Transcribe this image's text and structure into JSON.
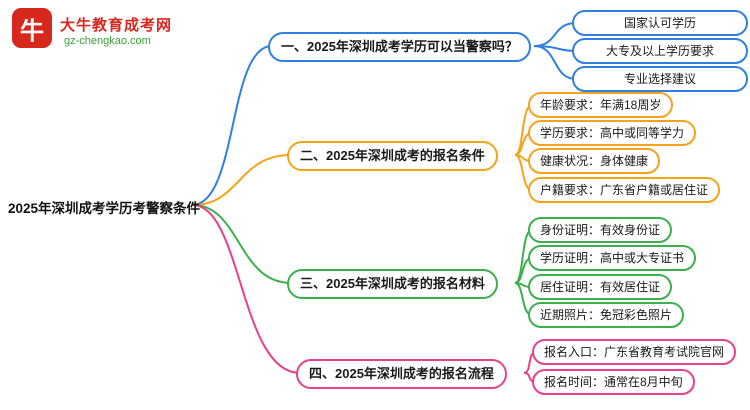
{
  "logo": {
    "icon_char": "牛",
    "title": "大牛教育成考网",
    "subtitle": "gz-chengkao.com"
  },
  "central": {
    "label": "2025年深圳成考学历考警察条件"
  },
  "colors": {
    "branch1_blue": "#2e7fe0",
    "branch2_orange": "#f5a31c",
    "branch3_green": "#3cb04d",
    "branch4_pink": "#e8418c",
    "logo_red": "#d7281e",
    "logo_green": "#3aa035"
  },
  "branches": [
    {
      "label": "一、2025年深圳成考学历可以当警察吗？",
      "children": [
        "国家认可学历",
        "大专及以上学历要求",
        "专业选择建议"
      ]
    },
    {
      "label": "二、2025年深圳成考的报名条件",
      "children": [
        "年龄要求：年满18周岁",
        "学历要求：高中或同等学力",
        "健康状况：身体健康",
        "户籍要求：广东省户籍或居住证"
      ]
    },
    {
      "label": "三、2025年深圳成考的报名材料",
      "children": [
        "身份证明：有效身份证",
        "学历证明：高中或大专证书",
        "居住证明：有效居住证",
        "近期照片：免冠彩色照片"
      ]
    },
    {
      "label": "四、2025年深圳成考的报名流程",
      "children": [
        "报名入口：广东省教育考试院官网",
        "报名时间：通常在8月中旬"
      ]
    }
  ]
}
